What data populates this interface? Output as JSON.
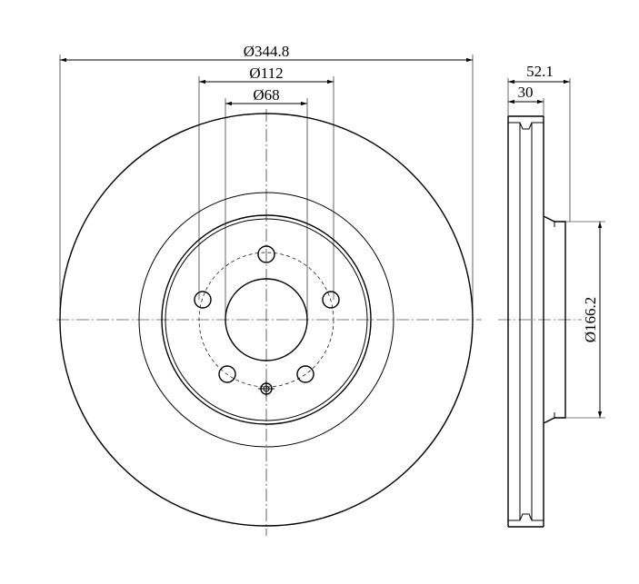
{
  "dimensions": {
    "outer_diameter": "Ø344.8",
    "bolt_circle": "Ø112",
    "center_bore": "Ø68",
    "total_height": "52.1",
    "disc_thickness": "30",
    "hat_diameter": "Ø166.2"
  }
}
